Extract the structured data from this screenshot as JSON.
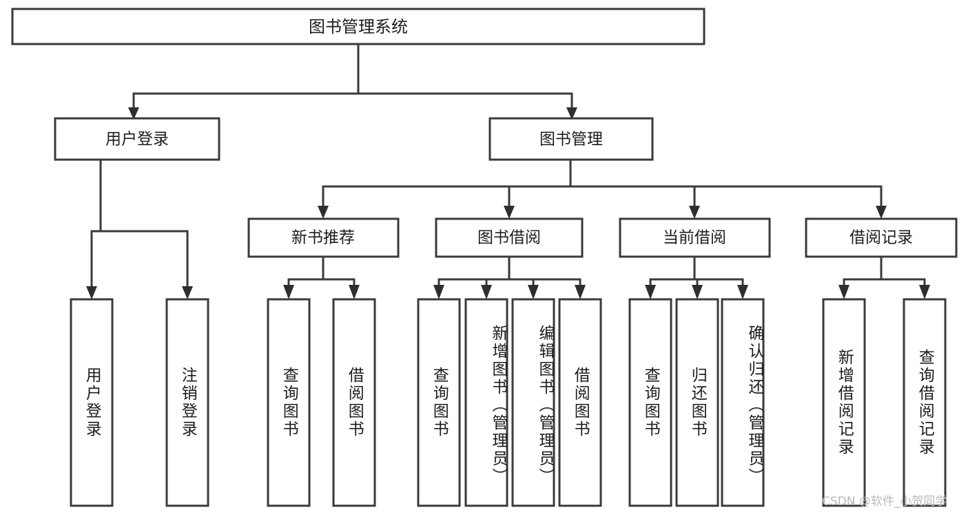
{
  "diagram": {
    "type": "tree",
    "title": "图书管理系统",
    "orientation": "top-down",
    "levels": 4,
    "colors": {
      "box_stroke": "#3a3a3a",
      "box_fill": "#ffffff",
      "connector": "#3a3a3a",
      "arrow": "#2e2e2e",
      "text": "#1d1d1d",
      "watermark": "#b9b9b9",
      "background": "#ffffff"
    }
  },
  "root": {
    "label": "图书管理系统"
  },
  "level1": [
    {
      "label": "用户登录"
    },
    {
      "label": "图书管理"
    }
  ],
  "level2": [
    {
      "label": "新书推荐"
    },
    {
      "label": "图书借阅"
    },
    {
      "label": "当前借阅"
    },
    {
      "label": "借阅记录"
    }
  ],
  "leaves": {
    "user_login": [
      {
        "label": "用户登录"
      },
      {
        "label": "注销登录"
      }
    ],
    "new_book_recommend": [
      {
        "label": "查询图书"
      },
      {
        "label": "借阅图书"
      }
    ],
    "book_borrow": [
      {
        "label": "查询图书"
      },
      {
        "label": "新增图书（管理员）"
      },
      {
        "label": "编辑图书（管理员）"
      },
      {
        "label": "借阅图书"
      }
    ],
    "current_borrow": [
      {
        "label": "查询图书"
      },
      {
        "label": "归还图书"
      },
      {
        "label": "确认归还（管理员）"
      }
    ],
    "borrow_record": [
      {
        "label": "新增借阅记录"
      },
      {
        "label": "查询借阅记录"
      }
    ]
  },
  "watermark": {
    "text": "CSDN @软件_小贺同学"
  }
}
